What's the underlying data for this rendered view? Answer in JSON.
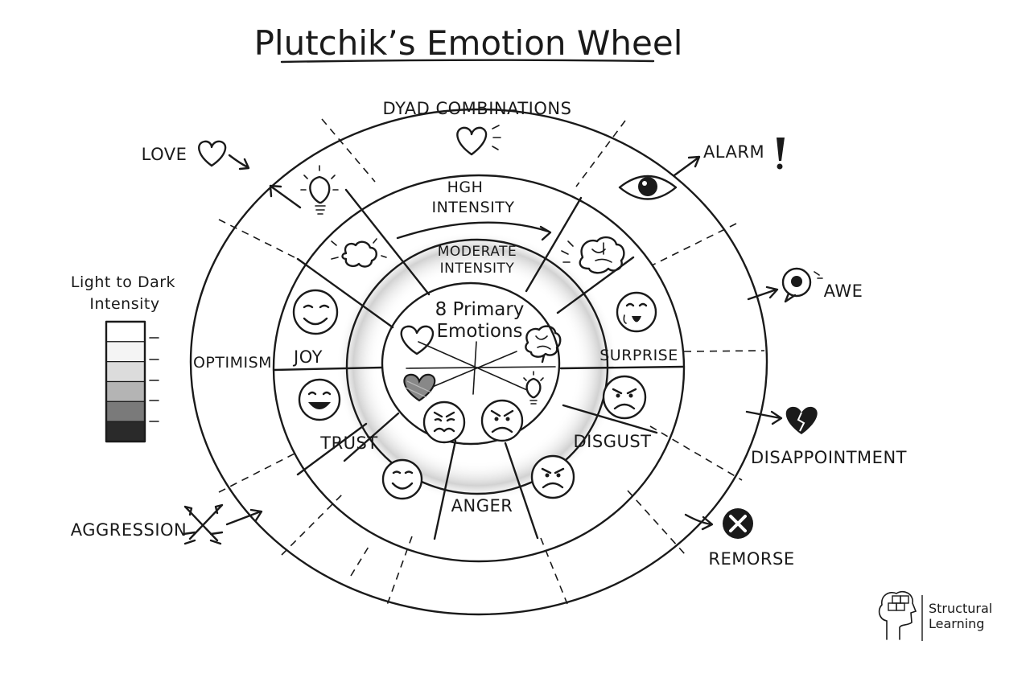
{
  "title": "Plutchik’s Emotion Wheel",
  "rings": {
    "outer": "DYAD COMBINATIONS",
    "middle_line1": "HGH",
    "middle_line2": "INTENSITY",
    "inner_line1": "MODERATE",
    "inner_line2": "INTENSITY",
    "center_line1": "8 Primary",
    "center_line2": "Emotions"
  },
  "emotions": {
    "joy": "JOY",
    "trust": "TRUST",
    "anger": "ANGER",
    "disgust": "DISGUST",
    "surprise": "SURPRISE",
    "optimism": "OPTIMISM"
  },
  "dyads": {
    "love": "LOVE",
    "alarm": "ALARM",
    "awe": "AWE",
    "disappointment": "DISAPPOINTMENT",
    "remorse": "REMORSE",
    "aggression": "AGGRESSION"
  },
  "legend": {
    "line1": "Light to Dark",
    "line2": "Intensity",
    "swatches": [
      "#ffffff",
      "#f4f4f4",
      "#dcdcdc",
      "#b4b4b4",
      "#7a7a7a",
      "#2a2a2a"
    ]
  },
  "brand": {
    "line1": "Structural",
    "line2": "Learning"
  },
  "icons": [
    "heart-icon",
    "lightbulb-icon",
    "brain-icon",
    "thought-bubble-icon",
    "eye-icon",
    "exclamation-icon",
    "broken-heart-icon",
    "x-circle-icon",
    "crossed-swords-icon",
    "smiley-icon",
    "angry-face-icon",
    "surprised-face-icon"
  ]
}
